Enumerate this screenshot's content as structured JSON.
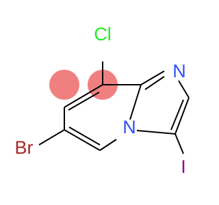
{
  "molecule": {
    "atoms": {
      "chlorine": "Cl",
      "nitrogen_imidazole": "N",
      "nitrogen_bridge": "N",
      "bromine": "Br",
      "iodine": "I"
    },
    "colors": {
      "bond": "#000000",
      "chlorine": "#1fef1f",
      "nitrogen": "#3050f8",
      "bromine": "#a62929",
      "iodine": "#940094",
      "highlight": "#f08080"
    },
    "highlighted_atoms": [
      "C7",
      "C8"
    ]
  }
}
